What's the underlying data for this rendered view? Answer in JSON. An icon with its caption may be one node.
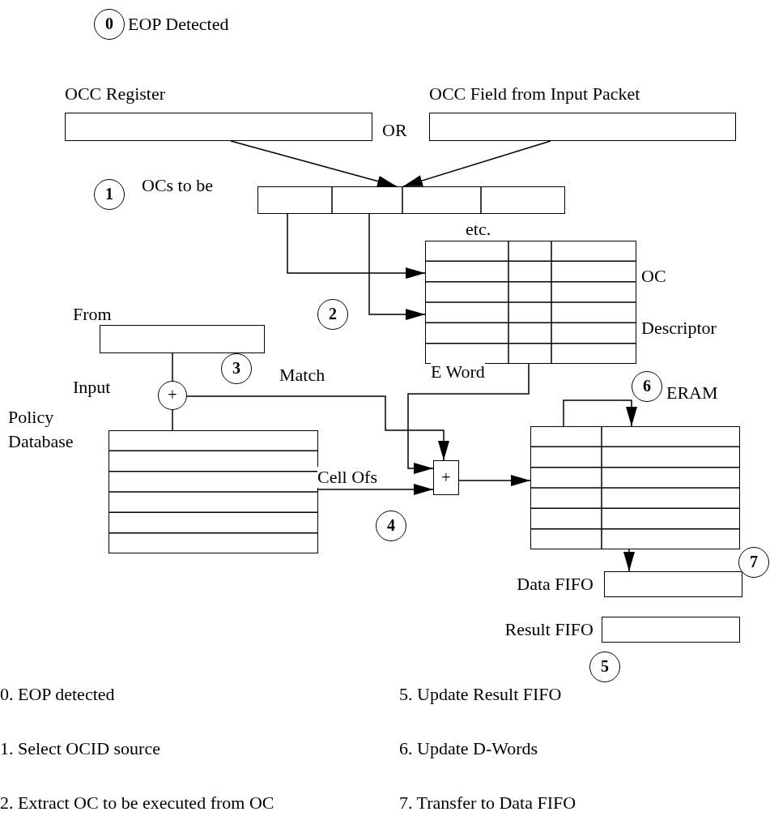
{
  "diagram": {
    "nodes": [
      {
        "text": [
          "OCC Register"
        ]
      },
      {
        "text": [
          "OCC Field from Input Packet"
        ]
      },
      {
        "text": [
          "OCs to be"
        ]
      },
      {
        "text": [
          "OC Descriptor"
        ]
      },
      {
        "text": [
          "From Input"
        ]
      },
      {
        "text": [
          "+"
        ]
      },
      {
        "text": [
          "Policy Database"
        ]
      },
      {
        "text": [
          "+"
        ]
      },
      {
        "text": [
          "ERAM"
        ]
      },
      {
        "text": [
          "Data FIFO"
        ]
      },
      {
        "text": [
          "Result FIFO"
        ]
      },
      {
        "text": [
          "0"
        ],
        "beside": [
          "EOP Detected"
        ]
      },
      {
        "text": [
          "1"
        ]
      },
      {
        "text": [
          "2"
        ]
      },
      {
        "text": [
          "3"
        ]
      },
      {
        "text": [
          "6"
        ]
      },
      {
        "text": [
          "4"
        ]
      },
      {
        "text": [
          "7"
        ]
      },
      {
        "text": [
          "5"
        ]
      }
    ],
    "edges": [
      {
        "from": 0,
        "to": 2,
        "arrow": "to"
      },
      {
        "from": 1,
        "to": 2,
        "arrow": "to"
      },
      {
        "from": 2,
        "to": 3,
        "arrow": "to"
      },
      {
        "from": 2,
        "to": 3,
        "arrow": "to"
      },
      {
        "from": 4,
        "to": 5,
        "arrow": "none"
      },
      {
        "from": 5,
        "to": 6,
        "arrow": "none"
      },
      {
        "from": 5,
        "to": 7,
        "arrow": "to",
        "label": "Match"
      },
      {
        "from": 3,
        "to": 7,
        "arrow": "to",
        "label": "E Word"
      },
      {
        "from": 6,
        "to": 7,
        "arrow": "to",
        "label": "Cell Ofs"
      },
      {
        "from": 7,
        "to": 8,
        "arrow": "to"
      },
      {
        "from": 8,
        "to": 8,
        "arrow": "to"
      },
      {
        "from": 8,
        "to": 9,
        "arrow": "to"
      }
    ],
    "labels": [
      "OR",
      "etc.",
      "0. EOP detected",
      "5. Update Result FIFO",
      "1. Select OCID source",
      "6. Update D-Words",
      "2. Extract OC to be executed from OC",
      "7. Transfer to Data FIFO"
    ]
  }
}
